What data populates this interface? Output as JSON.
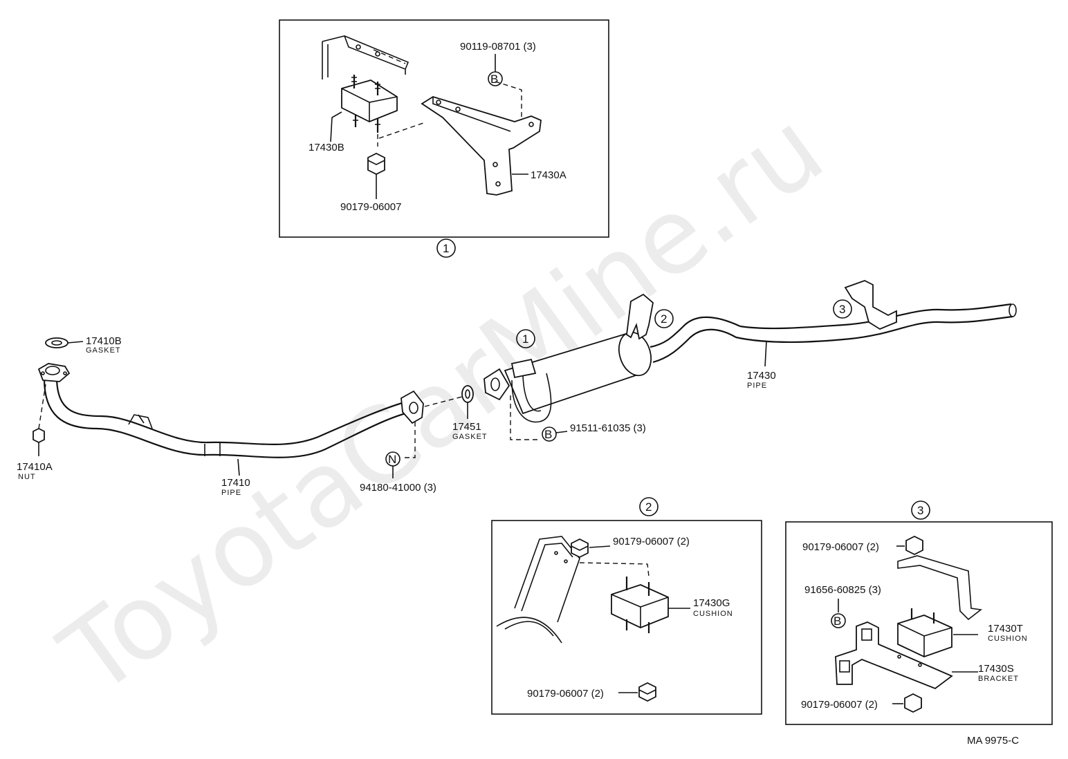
{
  "watermark": "ToyotaCarMine.ru",
  "drawing_code": "MA  9975-C",
  "circle_labels": {
    "one": "1",
    "two": "2",
    "three": "3"
  },
  "clip_letters": {
    "b": "B",
    "n": "N"
  },
  "inset1": {
    "p_90119": "90119-08701 (3)",
    "p_17430b": "17430B",
    "p_17430a": "17430A",
    "p_90179": "90179-06007"
  },
  "inset2": {
    "p_90179_top": "90179-06007 (2)",
    "p_17430g": "17430G",
    "p_17430g_sub": "CUSHION",
    "p_90179_bot": "90179-06007 (2)"
  },
  "inset3": {
    "p_90179_top": "90179-06007 (2)",
    "p_91656": "91656-60825 (3)",
    "p_17430t": "17430T",
    "p_17430t_sub": "CUSHION",
    "p_17430s": "17430S",
    "p_17430s_sub": "BRACKET",
    "p_90179_bot": "90179-06007 (2)"
  },
  "main": {
    "p_17410b": "17410B",
    "p_17410b_sub": "GASKET",
    "p_17410a": "17410A",
    "p_17410a_sub": "NUT",
    "p_17410": "17410",
    "p_17410_sub": "PIPE",
    "p_94180": "94180-41000 (3)",
    "p_17451": "17451",
    "p_17451_sub": "GASKET",
    "p_91511": "91511-61035 (3)",
    "p_17430": "17430",
    "p_17430_sub": "PIPE"
  }
}
